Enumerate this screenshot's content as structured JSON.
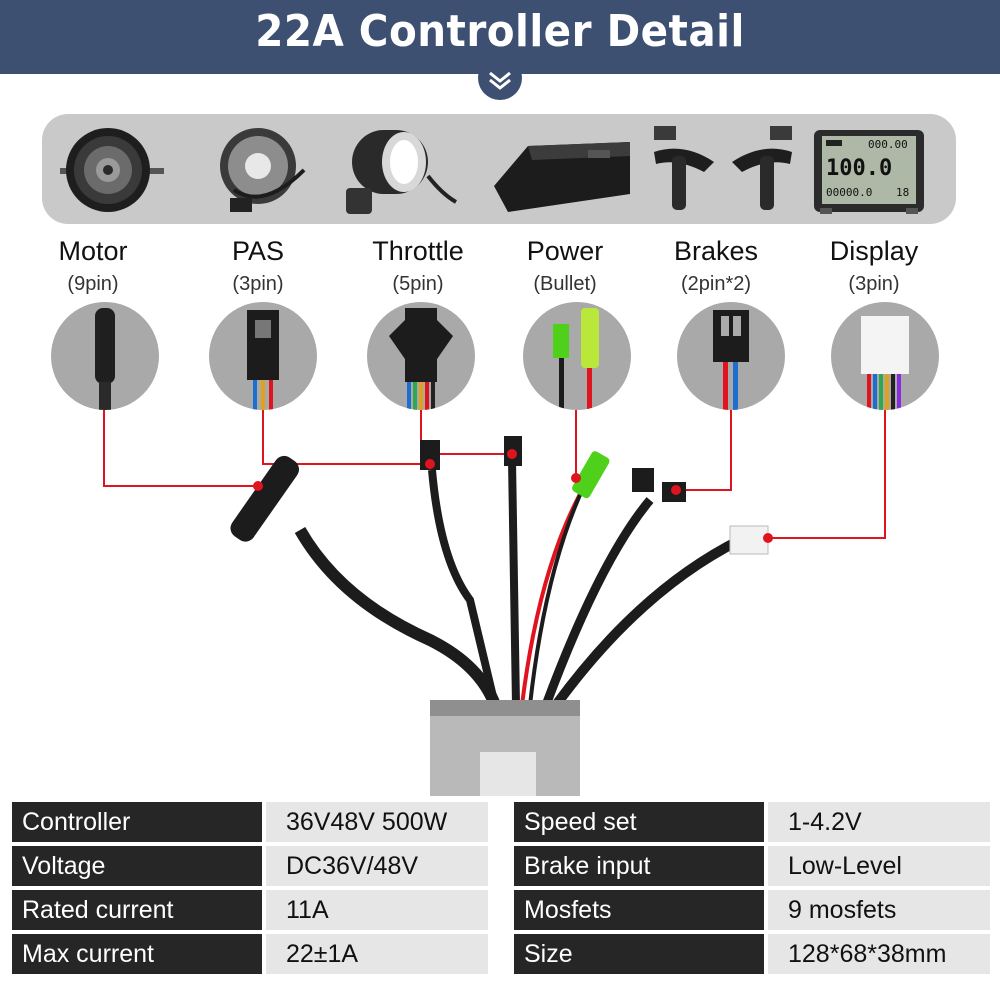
{
  "header": {
    "title": "22A  Controller  Detail",
    "color": "#3d5072"
  },
  "components": [
    {
      "name": "Motor",
      "pins": "(9pin)",
      "icon": "hub-motor-icon"
    },
    {
      "name": "PAS",
      "pins": "(3pin)",
      "icon": "pas-sensor-icon"
    },
    {
      "name": "Throttle",
      "pins": "(5pin)",
      "icon": "throttle-icon"
    },
    {
      "name": "Power",
      "pins": "(Bullet)",
      "icon": "battery-icon"
    },
    {
      "name": "Brakes",
      "pins": "(2pin*2)",
      "icon": "brake-levers-icon"
    },
    {
      "name": "Display",
      "pins": "(3pin)",
      "icon": "lcd-display-icon"
    }
  ],
  "display_readout": {
    "trip": "000.00",
    "speed": "100.0",
    "odo": "00000.0",
    "level": "18"
  },
  "specs": {
    "left": [
      {
        "key": "Controller",
        "value": "36V48V 500W"
      },
      {
        "key": "Voltage",
        "value": "DC36V/48V"
      },
      {
        "key": "Rated current",
        "value": "11A"
      },
      {
        "key": "Max current",
        "value": "22±1A"
      }
    ],
    "right": [
      {
        "key": "Speed set",
        "value": "1-4.2V"
      },
      {
        "key": "Brake input",
        "value": "Low-Level"
      },
      {
        "key": "Mosfets",
        "value": "9 mosfets"
      },
      {
        "key": "Size",
        "value": "128*68*38mm"
      }
    ]
  },
  "colors": {
    "wire_red": "#e0141e",
    "key_cell": "#262626",
    "value_cell": "#e6e6e6",
    "strip": "#c9c9c9"
  }
}
